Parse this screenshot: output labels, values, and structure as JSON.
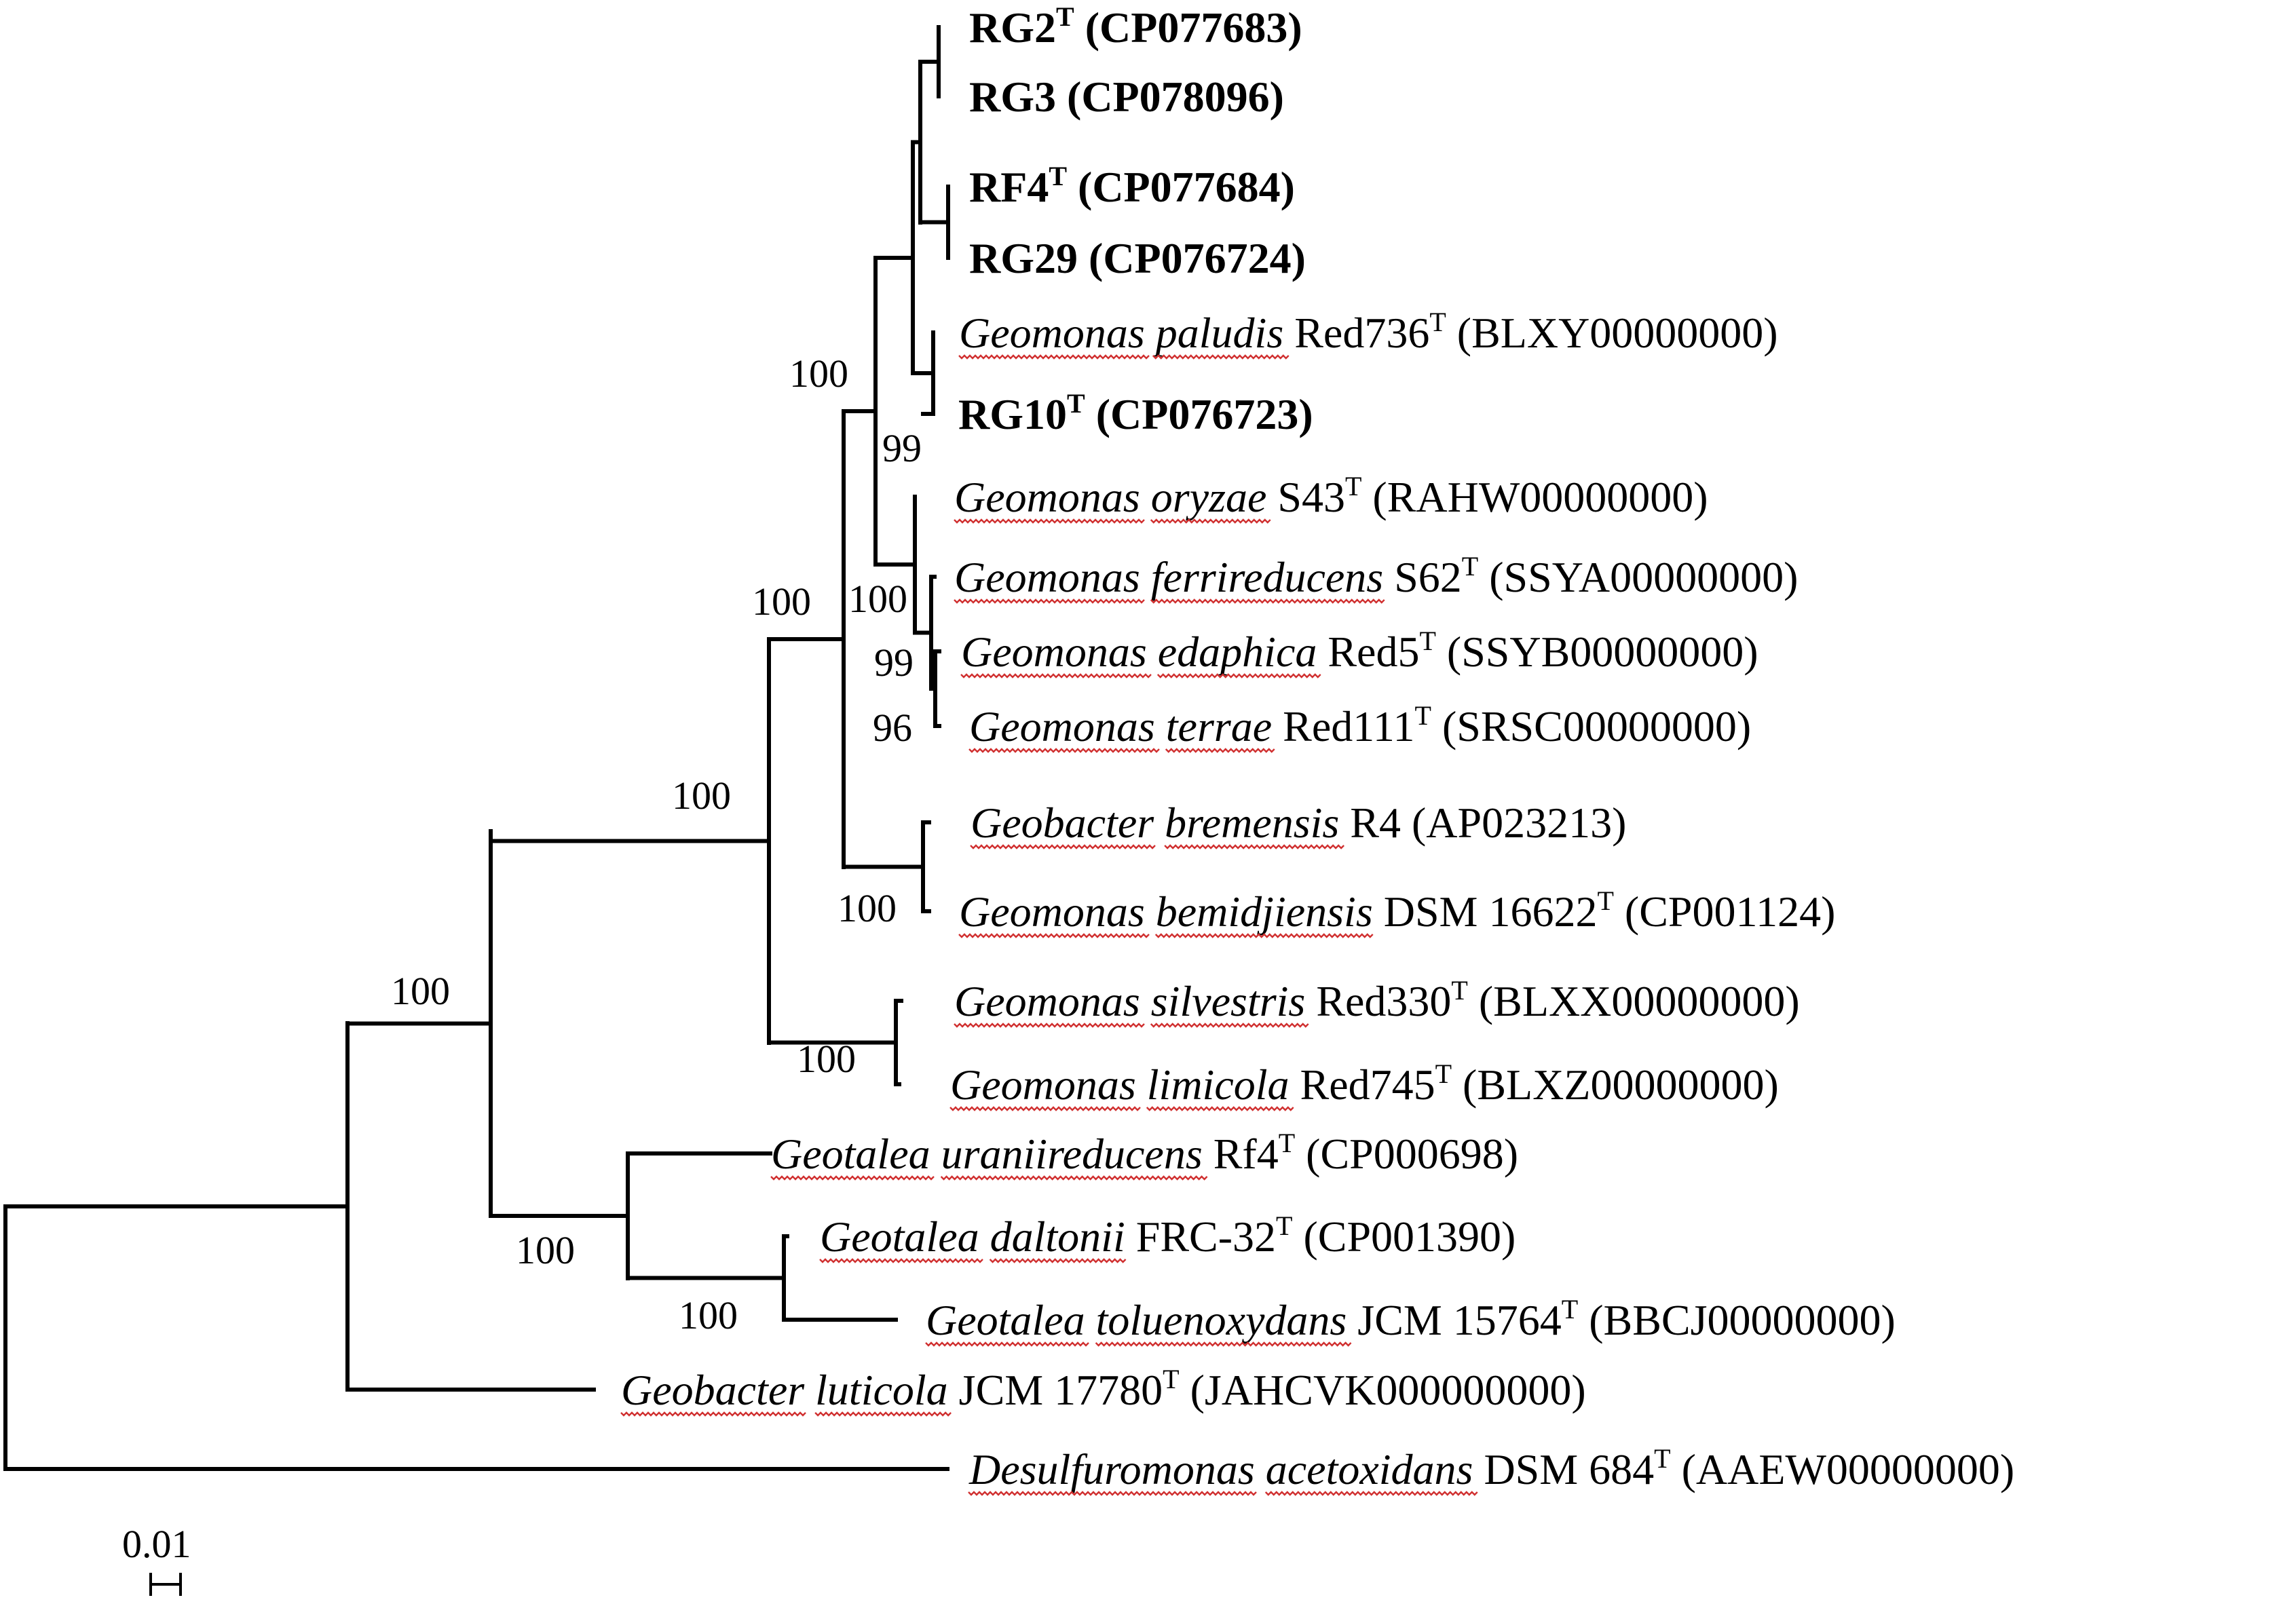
{
  "taxa": [
    {
      "id": "rg2",
      "bold": true,
      "genus": "",
      "species": "",
      "strain": "RG2",
      "sup": "T",
      "accession": "(CP077683)"
    },
    {
      "id": "rg3",
      "bold": true,
      "genus": "",
      "species": "",
      "strain": "RG3",
      "sup": "",
      "accession": "(CP078096)"
    },
    {
      "id": "rf4",
      "bold": true,
      "genus": "",
      "species": "",
      "strain": "RF4",
      "sup": "T",
      "accession": "(CP077684)"
    },
    {
      "id": "rg29",
      "bold": true,
      "genus": "",
      "species": "",
      "strain": "RG29",
      "sup": "",
      "accession": "(CP076724)"
    },
    {
      "id": "paludis",
      "bold": false,
      "genus": "Geomonas",
      "species": "paludis",
      "strain": "Red736",
      "sup": "T",
      "accession": "(BLXY00000000)"
    },
    {
      "id": "rg10",
      "bold": true,
      "genus": "",
      "species": "",
      "strain": "RG10",
      "sup": "T",
      "accession": "(CP076723)"
    },
    {
      "id": "oryzae",
      "bold": false,
      "genus": "Geomonas",
      "species": "oryzae",
      "strain": "S43",
      "sup": "T",
      "accession": "(RAHW00000000)"
    },
    {
      "id": "ferrireducens",
      "bold": false,
      "genus": "Geomonas",
      "species": "ferrireducens",
      "strain": "S62",
      "sup": "T",
      "accession": "(SSYA00000000)"
    },
    {
      "id": "edaphica",
      "bold": false,
      "genus": "Geomonas",
      "species": "edaphica",
      "strain": "Red5",
      "sup": "T",
      "accession": "(SSYB00000000)"
    },
    {
      "id": "terrae",
      "bold": false,
      "genus": "Geomonas",
      "species": "terrae",
      "strain": "Red111",
      "sup": "T",
      "accession": "(SRSC00000000)"
    },
    {
      "id": "bremensis",
      "bold": false,
      "genus": "Geobacter",
      "species": "bremensis",
      "strain": "R4",
      "sup": "",
      "accession": "(AP023213)"
    },
    {
      "id": "bemidjiensis",
      "bold": false,
      "genus": "Geomonas",
      "species": "bemidjiensis",
      "strain": "DSM 16622",
      "sup": "T",
      "accession": "(CP001124)"
    },
    {
      "id": "silvestris",
      "bold": false,
      "genus": "Geomonas",
      "species": "silvestris",
      "strain": "Red330",
      "sup": "T",
      "accession": "(BLXX00000000)"
    },
    {
      "id": "limicola",
      "bold": false,
      "genus": "Geomonas",
      "species": "limicola",
      "strain": "Red745",
      "sup": "T",
      "accession": "(BLXZ00000000)"
    },
    {
      "id": "uraniireducens",
      "bold": false,
      "genus": "Geotalea",
      "species": "uraniireducens",
      "strain": "Rf4",
      "sup": "T",
      "accession": "(CP000698)"
    },
    {
      "id": "daltonii",
      "bold": false,
      "genus": "Geotalea",
      "species": "daltonii",
      "strain": "FRC-32",
      "sup": "T",
      "accession": "(CP001390)"
    },
    {
      "id": "toluenoxydans",
      "bold": false,
      "genus": "Geotalea",
      "species": "toluenoxydans",
      "strain": "JCM 15764",
      "sup": "T",
      "accession": "(BBCJ00000000)"
    },
    {
      "id": "luticola",
      "bold": false,
      "genus": "Geobacter",
      "species": "luticola",
      "strain": "JCM 17780",
      "sup": "T",
      "accession": "(JAHCVK000000000)"
    },
    {
      "id": "acetoxidans",
      "bold": false,
      "genus": "Desulfuromonas",
      "species": "acetoxidans",
      "strain": "DSM 684",
      "sup": "T",
      "accession": "(AAEW00000000)"
    }
  ],
  "bootstrap_values": [
    "100",
    "99",
    "100",
    "100",
    "99",
    "96",
    "100",
    "100",
    "100",
    "100",
    "100",
    "100"
  ],
  "scale_bar": {
    "label": "0.01"
  },
  "colors": {
    "branch": "#000000",
    "text": "#000000",
    "spellcheck_underline": "#d03030"
  }
}
